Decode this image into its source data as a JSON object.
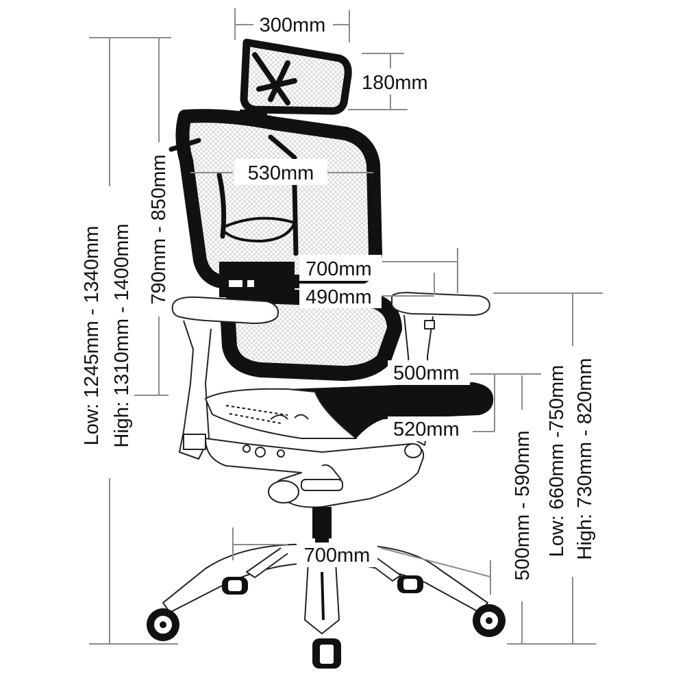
{
  "dimensions": {
    "headrest_width": "300mm",
    "headrest_height": "180mm",
    "backrest_width": "530mm",
    "backrest_height": "790mm - 850mm",
    "armrest_outer_width": "700mm",
    "armrest_inner_width": "490mm",
    "seat_depth": "500mm",
    "seat_width": "520mm",
    "base_diameter": "700mm",
    "seat_height": "500mm - 590mm",
    "overall_height_low": "Low: 1245mm - 1340mm",
    "overall_height_high": "High: 1310mm - 1400mm",
    "armrest_height_low": "Low: 660mm -750mm",
    "armrest_height_high": "High: 730mm - 820mm"
  },
  "colors": {
    "frame": "#111111",
    "dimension_line": "#8a8a8a",
    "mesh": "#cfcfcf"
  }
}
